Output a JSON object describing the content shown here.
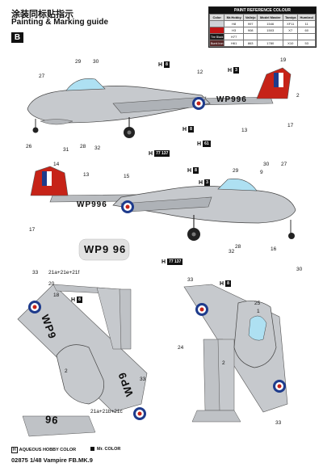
{
  "header": {
    "title_cn": "涂装同标贴指示",
    "title_en": "Painting & Marking guide",
    "badge": "B"
  },
  "paint_ref": {
    "title": "PAINT REFERENCE COLOUR",
    "columns": [
      "Color",
      "Mr.Hobby",
      "Vallejo",
      "Model Master",
      "Tamiya",
      "Humbrol"
    ],
    "rows": [
      {
        "swatch": "#cfd2d6",
        "name": "",
        "mrhobby": "H8",
        "vallejo": "997",
        "mm": "1546",
        "tamiya": "XF11",
        "humbrol": "11"
      },
      {
        "swatch": "#c01515",
        "name": "",
        "mrhobby": "H3",
        "vallejo": "908",
        "mm": "1503",
        "tamiya": "X7",
        "humbrol": "60"
      },
      {
        "swatch": "#1a1a1a",
        "name": "Tire Black",
        "mrhobby": "H77",
        "vallejo": "",
        "mm": "",
        "tamiya": "",
        "humbrol": ""
      },
      {
        "swatch": "#5a2a2a",
        "name": "Burnt Iron",
        "mrhobby": "H61",
        "vallejo": "863",
        "mm": "1780",
        "tamiya": "X10",
        "humbrol": "53"
      }
    ]
  },
  "colors": {
    "aluminium": "#c6c9cd",
    "red": "#c62318",
    "roundel_blue": "#1e3b8c",
    "tire": "#222222"
  },
  "callouts": {
    "side1": [
      "27",
      "29",
      "30",
      "12",
      "19",
      "2",
      "17",
      "13",
      "28",
      "32",
      "31",
      "26"
    ],
    "side2": [
      "14",
      "13",
      "15",
      "29",
      "30",
      "9",
      "27",
      "17",
      "28",
      "32",
      "16",
      "30"
    ],
    "plan_top": [
      "33",
      "20",
      "18",
      "2",
      "33",
      "21a+21b+21c",
      "21a+21e+21f"
    ],
    "plan_bottom": [
      "33",
      "25",
      "1",
      "24",
      "2",
      "33"
    ]
  },
  "paint_codes": {
    "side1_top": {
      "h": "H",
      "box": "8"
    },
    "side1_tail": {
      "h": "H",
      "box": "3"
    },
    "side1_mid": {
      "h": "H",
      "box": "8"
    },
    "side1_bottom": {
      "h": "H",
      "box": "61"
    },
    "side1_gear": {
      "h": "H",
      "box": "77 137"
    },
    "side2_top": {
      "h": "H",
      "box": "8"
    },
    "side2_tail": {
      "h": "H",
      "box": "3"
    },
    "side2_gear": {
      "h": "H",
      "box": "77 137"
    },
    "plan_top": {
      "h": "H",
      "box": "8"
    },
    "plan_bottom": {
      "h": "H",
      "box": "8"
    }
  },
  "serials": {
    "side1": "WP996",
    "side2": "WP996",
    "decal": "WP9 96",
    "plan_top_wing": "WP9",
    "plan_top_wing2": "WP9",
    "plan_top_tail": "96"
  },
  "footer": {
    "legend_aqueous": "AQUEOUS HOBBY COLOR",
    "legend_mr": "Mr. COLOR",
    "code": "02875 1/48 Vampire FB.MK.9"
  }
}
